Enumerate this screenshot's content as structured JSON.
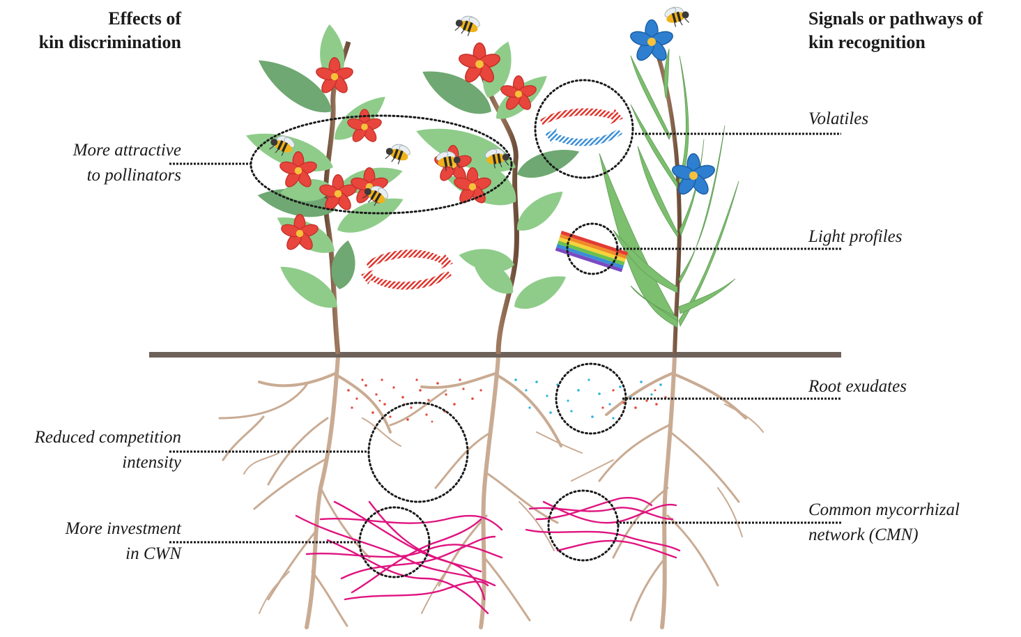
{
  "left_heading": {
    "line1": "Effects of",
    "line2": "kin discrimination"
  },
  "right_heading": {
    "line1": "Signals or pathways of",
    "line2": "kin recognition"
  },
  "effects": [
    {
      "line1": "More attractive",
      "line2": "to pollinators"
    },
    {
      "line1": "Reduced competition",
      "line2": "intensity"
    },
    {
      "line1": "More investment",
      "line2": "in CWN"
    }
  ],
  "signals": [
    {
      "line1": "Volatiles"
    },
    {
      "line1": "Light profiles"
    },
    {
      "line1": "Root exudates"
    },
    {
      "line1": "Common mycorrhizal",
      "line2": "network (CMN)"
    }
  ],
  "colors": {
    "stem": "#7a5a43",
    "leaf_light": "#8fcc8a",
    "leaf_dark": "#6fa872",
    "narrow_leaf": "#7cbf6e",
    "flower_red": "#e8453c",
    "flower_blue": "#2e7fd0",
    "root": "#c9ab93",
    "ground": "#6e625a",
    "hyphae": "#e0137f",
    "exudate_red": "#e5453a",
    "exudate_blue": "#2bb3e0",
    "arrow_red": "#e0332b",
    "arrow_blue": "#3a8fd6",
    "bee_yellow": "#f0b21a"
  }
}
